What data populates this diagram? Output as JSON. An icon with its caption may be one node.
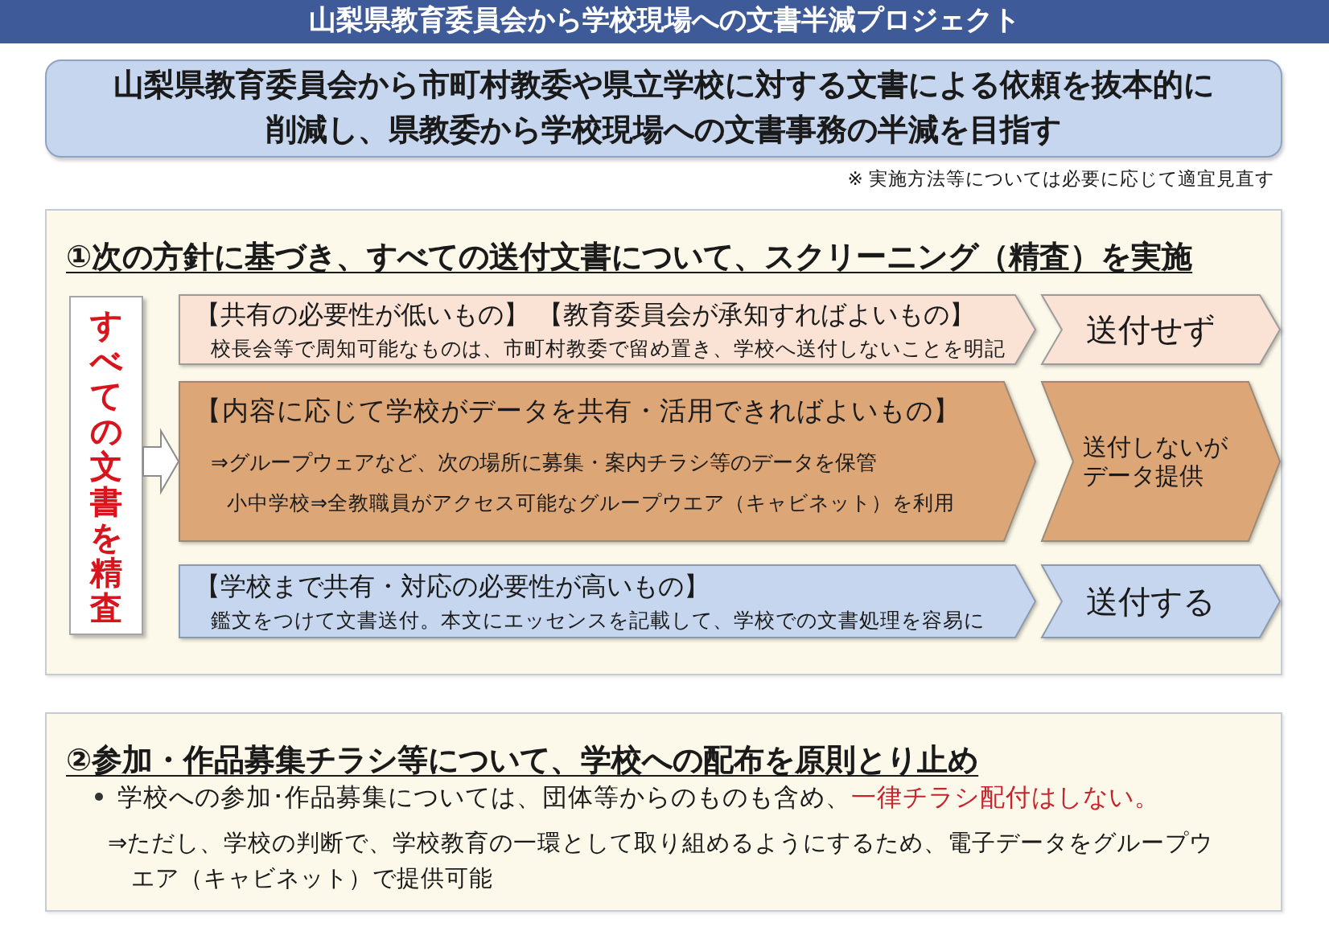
{
  "diagram": {
    "title": "山梨県教育委員会から学校現場への文書半減プロジェクト",
    "nodes": [
      {
        "text": [
          "山梨県教育委員会から市町村教委や県立学校に対する文書による依頼を抜本的に削減し、県教委から学校現場への文書事務の半減を目指す"
        ]
      },
      {
        "text": [
          "①次の方針に基づき、すべての送付文書について、スクリーニング（精査）を実施"
        ]
      },
      {
        "text": [
          "すべての文書を精査"
        ],
        "in": 1
      },
      {
        "text": [
          "【共有の必要性が低いもの】 【教育委員会が承知すればよいもの】",
          "校長会等で周知可能なものは、市町村教委で留め置き、学校へ送付しないことを明記"
        ],
        "in": 1
      },
      {
        "text": [
          "送付せず"
        ],
        "in": 1
      },
      {
        "text": [
          "【内容に応じて学校がデータを共有・活用できればよいもの】",
          "⇒グループウェアなど、次の場所に募集・案内チラシ等のデータを保管",
          "小中学校⇒全教職員がアクセス可能なグループウエア（キャビネット）を利用"
        ],
        "in": 1
      },
      {
        "text": [
          "送付しないがデータ提供"
        ],
        "in": 1
      },
      {
        "text": [
          "【学校まで共有・対応の必要性が高いもの】",
          "鑑文をつけて文書送付。本文にエッセンスを記載して、学校での文書処理を容易に"
        ],
        "in": 1
      },
      {
        "text": [
          "送付する"
        ],
        "in": 1
      },
      {
        "text": [
          "②参加・作品募集チラシ等について、学校への配布を原則とり止め",
          "学校への参加･作品募集については、団体等からのものも含め、",
          "一律チラシ配付はしない。",
          "⇒ただし、学校の判断で、学校教育の一環として取り組めるようにするため、電子データをグループウエア（キャビネット）で提供可能"
        ]
      }
    ],
    "edges": [
      {
        "from": 2,
        "to": 5,
        "arrow": "to"
      }
    ],
    "labels": [
      "※ 実施方法等については必要に応じて適宜見直す"
    ]
  }
}
